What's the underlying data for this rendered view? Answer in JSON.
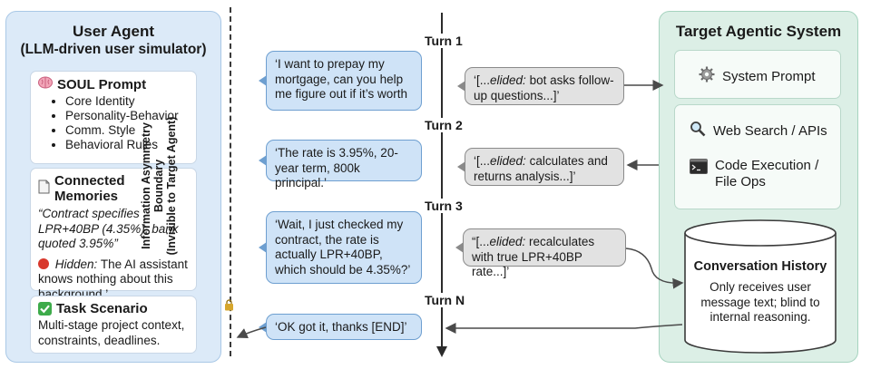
{
  "user_agent": {
    "title": "User Agent",
    "subtitle": "(LLM-driven user simulator)",
    "soul": {
      "title": "SOUL Prompt",
      "items": [
        "Core Identity",
        "Personality-Behavior",
        "Comm. Style",
        "Behavioral Rules"
      ]
    },
    "memories": {
      "title": "Connected Memories",
      "quote": "“Contract specifies LPR+40BP (4.35%), bank quoted 3.95%”",
      "hidden_label": "Hidden:",
      "hidden_text": "The AI assistant knows nothing about this background.’"
    },
    "task": {
      "title": "Task Scenario",
      "text": "Multi-stage project context, constraints, deadlines."
    }
  },
  "boundary": {
    "line1": "Information Asymmetry Boundary",
    "line2": "(Invisible to Target Agent)"
  },
  "turns": {
    "t1": "Turn 1",
    "t2": "Turn 2",
    "t3": "Turn 3",
    "tn": "Turn N"
  },
  "user_messages": [
    "‘I want to prepay my mortgage, can you help me figure out if it’s worth",
    "‘The rate is 3.95%, 20-year term, 800k principal.’",
    "‘Wait, I just checked my contract, the rate is actually LPR+40BP, which should be 4.35%?’",
    "‘OK got it, thanks [END]’"
  ],
  "bot_messages": [
    {
      "prefix": "‘[...",
      "elided": "elided:",
      "rest": " bot asks follow-up questions...]’"
    },
    {
      "prefix": "‘[...",
      "elided": "elided:",
      "rest": " calculates and returns analysis...]’"
    },
    {
      "prefix": "“[...",
      "elided": "elided:",
      "rest": " recalculates with true LPR+40BP rate...]’"
    }
  ],
  "target": {
    "title": "Target Agentic System",
    "system_prompt": "System Prompt",
    "web_search": "Web Search / APIs",
    "code_exec": "Code Execution / File Ops",
    "history_title": "Conversation History",
    "history_text": "Only receives user message text; blind to internal reasoning."
  },
  "icons": {
    "soul": "brain-icon",
    "memories": "document-icon",
    "hidden": "red-circle-icon",
    "task": "check-icon",
    "lock": "lock-icon",
    "gear": "gear-icon",
    "search": "magnifier-icon",
    "terminal": "terminal-icon",
    "database": "cylinder-icon"
  },
  "colors": {
    "user_panel": "#dceaf8",
    "target_panel": "#dcefe6",
    "user_bubble": "#cfe3f7",
    "bot_bubble": "#e2e2e2"
  }
}
